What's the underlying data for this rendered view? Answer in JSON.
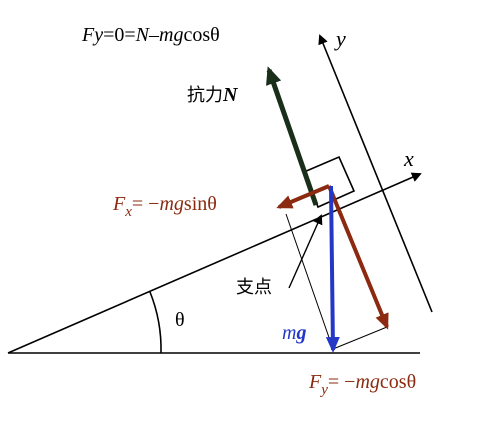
{
  "colors": {
    "background": "#ffffff",
    "line": "#000000",
    "normal_force": "#1a2f1a",
    "component": "#8b2a10",
    "gravity": "#2438c8"
  },
  "labels": {
    "equation_fy_pre": "Fy",
    "equation_fy_post": "=0=",
    "equation_n": "N",
    "equation_minus": "–",
    "equation_mg": "mg",
    "equation_cos": "cos",
    "theta": "θ",
    "y_axis": "y",
    "x_axis": "x",
    "normal_prefix": "抗力",
    "normal_symbol": "N",
    "fx_f": "F",
    "fx_sub": "x",
    "fx_eq": "= −",
    "fx_mg": "mg",
    "fx_sin": "sinθ",
    "pivot": "支点",
    "angle": "θ",
    "mg_m": "m",
    "mg_g": "g",
    "fy_f": "F",
    "fy_sub": "y",
    "fy_eq": "= −",
    "fy_mg": "mg",
    "fy_cos": "cosθ"
  }
}
